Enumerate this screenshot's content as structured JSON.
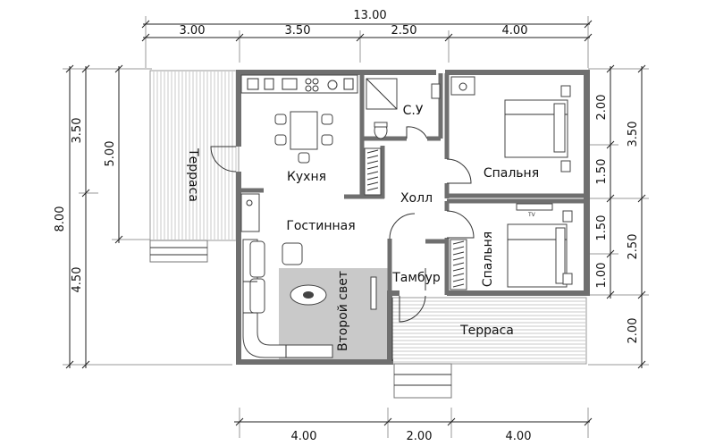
{
  "dimensions": {
    "top_total": "13.00",
    "top": [
      "3.00",
      "3.50",
      "2.50",
      "4.00"
    ],
    "bottom": [
      "4.00",
      "2.00",
      "4.00"
    ],
    "left_total": "8.00",
    "left_outer": [
      "3.50",
      "4.50"
    ],
    "left_inner": "5.00",
    "right_outer": [
      "3.50",
      "2.50",
      "2.00"
    ],
    "right_inner": [
      "2.00",
      "1.50",
      "1.50",
      "1.00"
    ]
  },
  "rooms": {
    "terrace_left": "Терраса",
    "kitchen": "Кухня",
    "bathroom": "С.У",
    "bedroom_top": "Спальня",
    "hall": "Холл",
    "living": "Гостинная",
    "bedroom_bottom": "Спальня",
    "vestibule": "Тамбур",
    "second_light": "Второй свет",
    "terrace_bottom": "Терраса"
  },
  "tv_label": "TV",
  "colors": {
    "wall": "#6f6f6f",
    "second_light_fill": "#c9c9c9",
    "line": "#222222"
  }
}
